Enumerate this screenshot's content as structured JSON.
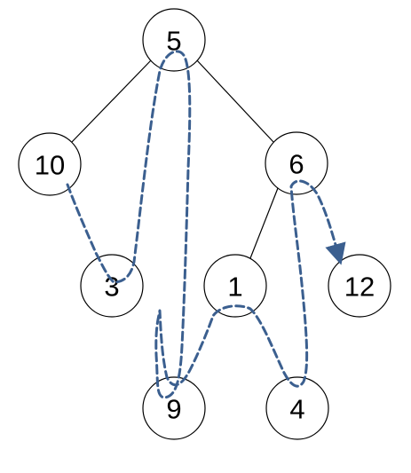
{
  "tree": {
    "nodes": [
      {
        "id": "root",
        "label": "5"
      },
      {
        "id": "left",
        "label": "10"
      },
      {
        "id": "right",
        "label": "6"
      },
      {
        "id": "left-child",
        "label": "3"
      },
      {
        "id": "right-left",
        "label": "1"
      },
      {
        "id": "right-right",
        "label": "12"
      },
      {
        "id": "rl-left",
        "label": "9"
      },
      {
        "id": "rl-right",
        "label": "4"
      }
    ],
    "edges": [
      {
        "from": "root",
        "to": "left"
      },
      {
        "from": "root",
        "to": "right"
      },
      {
        "from": "right",
        "to": "right-left"
      }
    ]
  },
  "traversal": {
    "order": [
      "10",
      "3",
      "5",
      "9",
      "1",
      "4",
      "6",
      "12"
    ],
    "color": "#3b5f8f",
    "line_style": "dashed",
    "arrowhead": "end"
  }
}
